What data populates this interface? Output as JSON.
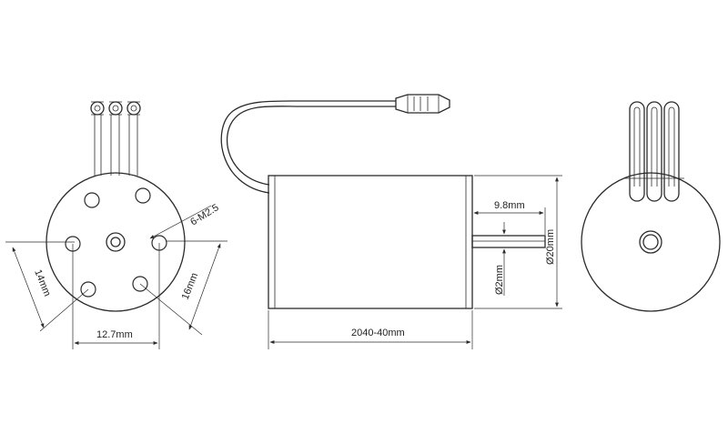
{
  "drawing": {
    "dimensions": {
      "mount_screws": "6-M2.5",
      "pcd_small": "14mm",
      "pcd_large": "16mm",
      "hole_spacing": "12.7mm",
      "body_length": "2040-40mm",
      "shaft_length": "9.8mm",
      "shaft_diameter": "Ø2mm",
      "body_diameter": "Ø20mm"
    }
  }
}
